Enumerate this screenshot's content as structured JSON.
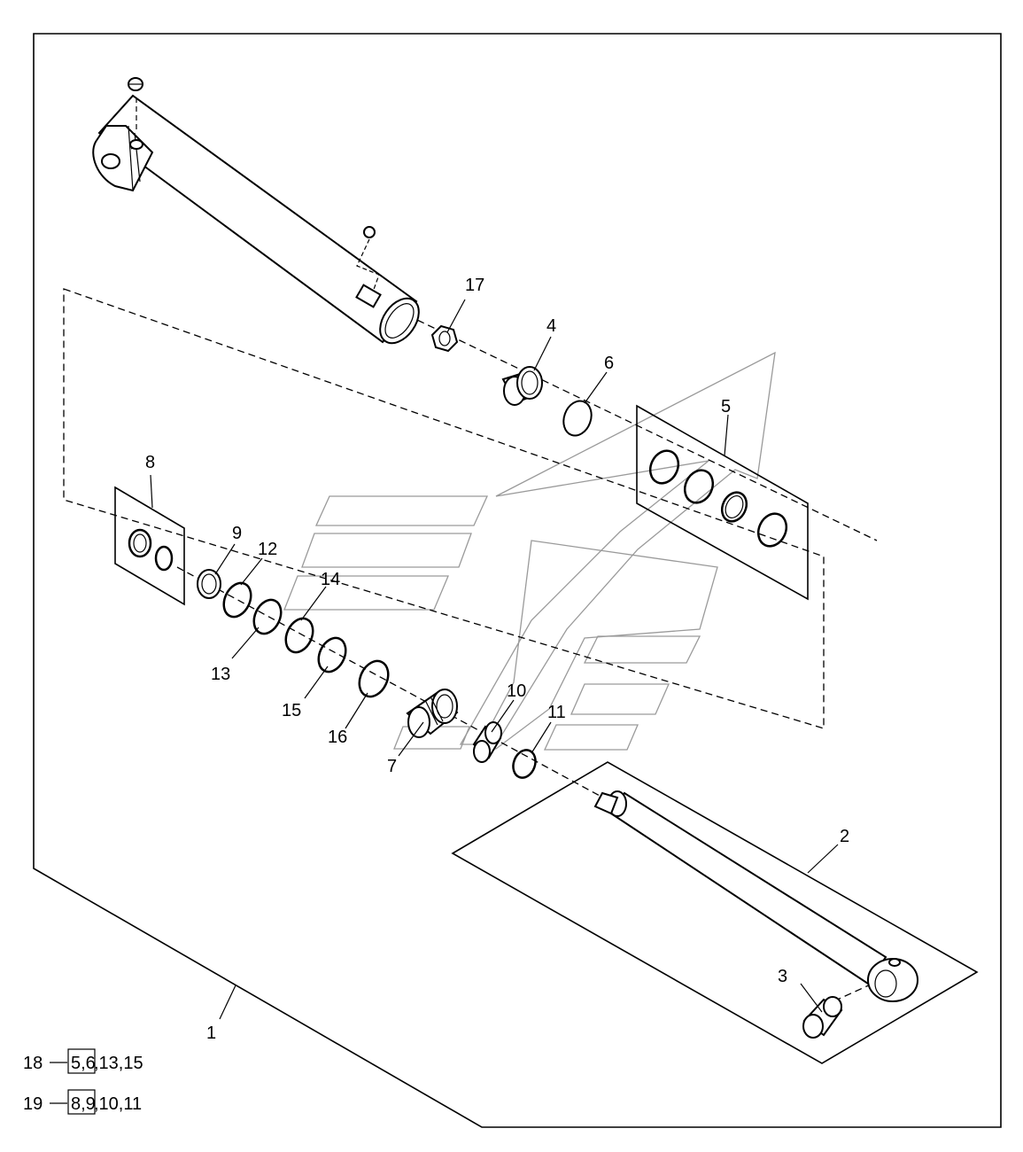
{
  "callouts": {
    "c1": "1",
    "c2": "2",
    "c3": "3",
    "c4": "4",
    "c5": "5",
    "c6": "6",
    "c7": "7",
    "c8": "8",
    "c9": "9",
    "c10": "10",
    "c11": "11",
    "c12": "12",
    "c13": "13",
    "c14": "14",
    "c15": "15",
    "c16": "16",
    "c17": "17"
  },
  "kits": [
    {
      "number": "18",
      "boxed": "5,6",
      "rest": ",13,15"
    },
    {
      "number": "19",
      "boxed": "8,9",
      "rest": ",10,11"
    }
  ]
}
